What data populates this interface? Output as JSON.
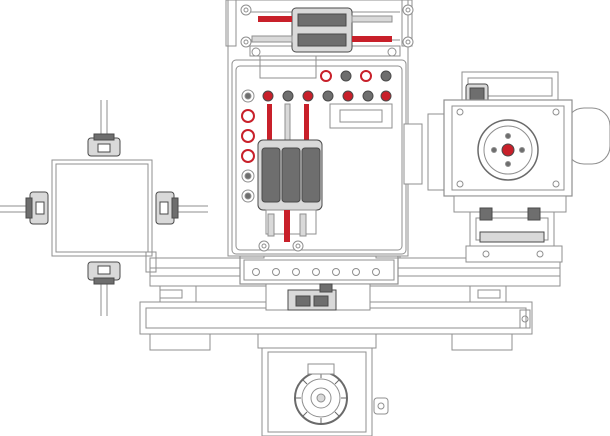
{
  "colors": {
    "background": "#ffffff",
    "outline": "#8f8f8f",
    "outline_dark": "#4a4a4a",
    "fill_light": "#f4f4f4",
    "fill_mid": "#d9d9d9",
    "fill_dark": "#6e6e6e",
    "accent_red": "#c8202a"
  },
  "components": [
    "left-gearbox",
    "main-column-plate",
    "right-motor-housing",
    "base-rail-assembly",
    "bottom-drive-housing"
  ],
  "icons": [
    "bolt-icon",
    "hydraulic-cylinder-icon",
    "coupling-icon",
    "gear-icon"
  ]
}
